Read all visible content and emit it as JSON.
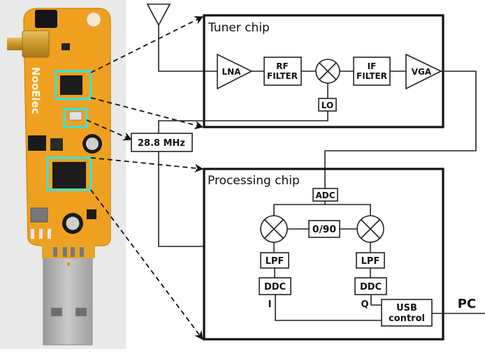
{
  "photo": {
    "subject": "NooElec RTL-SDR USB dongle",
    "brand_text": "NooElec",
    "highlight_color": "#2ee6e6",
    "pcb_color": "#f0a020"
  },
  "tuner_chip": {
    "title": "Tuner chip",
    "blocks": {
      "lna": "LNA",
      "rf_filter_line1": "RF",
      "rf_filter_line2": "FILTER",
      "lo": "LO",
      "if_filter_line1": "IF",
      "if_filter_line2": "FILTER",
      "vga": "VGA"
    }
  },
  "crystal": {
    "label": "28.8 MHz"
  },
  "processing_chip": {
    "title": "Processing chip",
    "blocks": {
      "adc": "ADC",
      "phase": "0/90",
      "lpf_i": "LPF",
      "lpf_q": "LPF",
      "ddc_i": "DDC",
      "ddc_q": "DDC",
      "i_label": "I",
      "q_label": "Q",
      "usb_line1": "USB",
      "usb_line2": "control"
    }
  },
  "output": {
    "pc_label": "PC"
  },
  "icons": {
    "antenna": "antenna-icon",
    "mixer": "mixer-icon"
  },
  "colors": {
    "line": "#222222",
    "highlight": "#2ee6e6"
  }
}
